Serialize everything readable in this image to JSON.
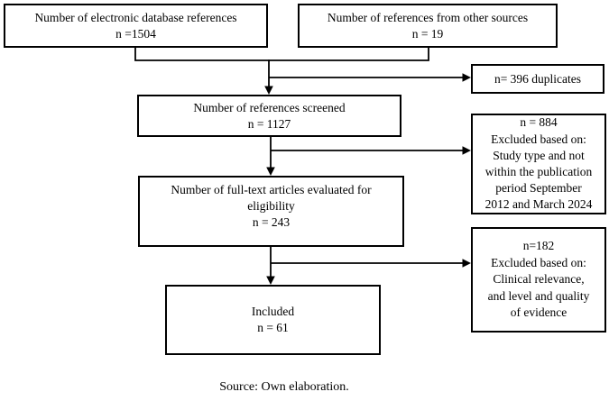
{
  "flowchart": {
    "boxes": [
      {
        "id": "db-refs",
        "lines": [
          "Number of electronic database references",
          "n =1504"
        ]
      },
      {
        "id": "other-sources",
        "lines": [
          "Number of references from other sources",
          "n = 19"
        ]
      },
      {
        "id": "duplicates",
        "lines": [
          "n= 396 duplicates"
        ]
      },
      {
        "id": "screened",
        "lines": [
          "Number of references screened",
          "n = 1127"
        ]
      },
      {
        "id": "excluded-screening",
        "lines": [
          "n = 884",
          "Excluded based on:",
          "Study type and not",
          "within the publication",
          "period September",
          "2012 and March 2024"
        ]
      },
      {
        "id": "fulltext-eligibility",
        "lines": [
          "Number of full-text articles evaluated for",
          "eligibility",
          "n = 243"
        ]
      },
      {
        "id": "excluded-eligibility",
        "lines": [
          "n=182",
          "Excluded based on:",
          "Clinical relevance,",
          "and level and quality",
          "of evidence"
        ]
      },
      {
        "id": "included",
        "lines": [
          "Included",
          "n = 61"
        ]
      }
    ],
    "caption": "Source: Own elaboration.",
    "colors": {
      "box_border": "#000000",
      "connector": "#000000",
      "text": "#000000",
      "background": "#ffffff"
    }
  }
}
